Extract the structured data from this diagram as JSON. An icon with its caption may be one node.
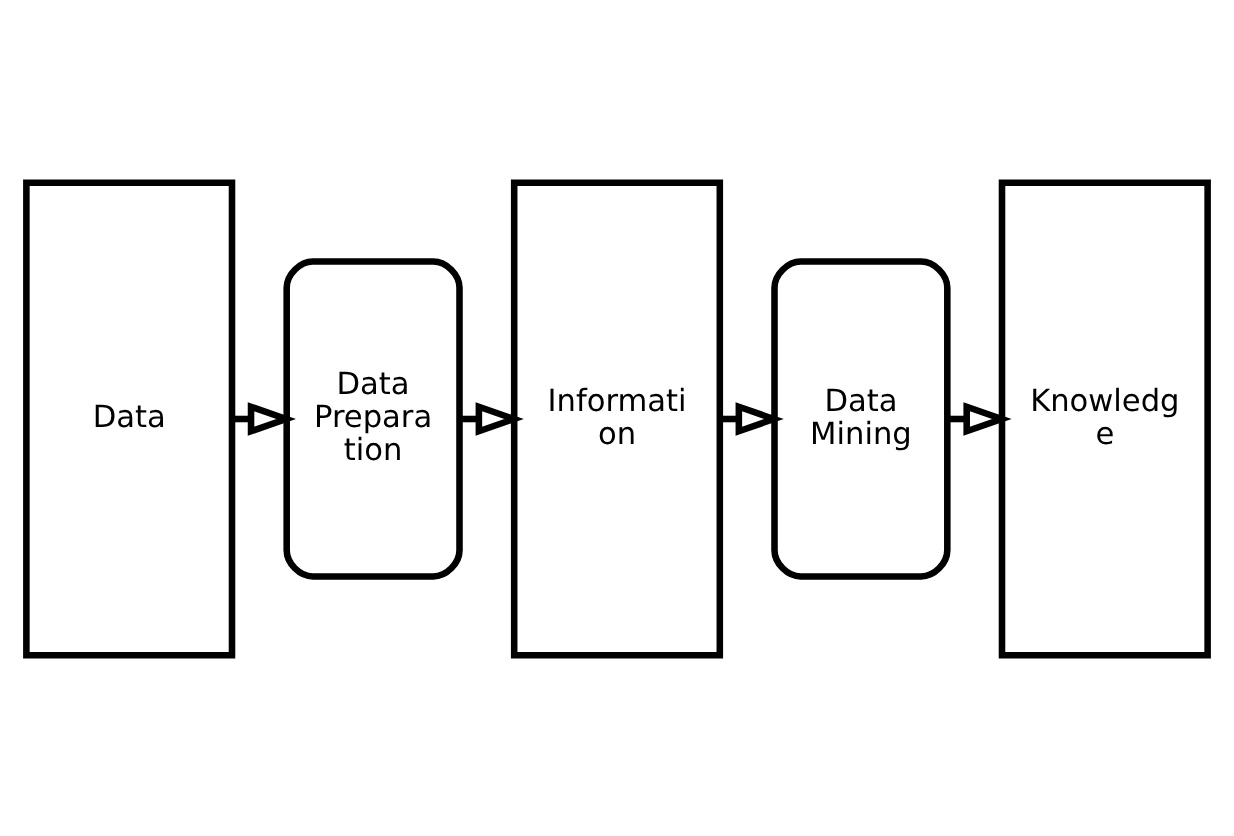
{
  "diagram": {
    "nodes": [
      {
        "text": [
          "Data"
        ]
      },
      {
        "text": [
          "Data Prepara tion"
        ]
      },
      {
        "text": [
          "Informati on"
        ]
      },
      {
        "text": [
          "Data Mining"
        ]
      },
      {
        "text": [
          "Knowledg e"
        ]
      }
    ],
    "edges": [
      {
        "from": 0,
        "to": 1,
        "arrow": "to"
      },
      {
        "from": 1,
        "to": 2,
        "arrow": "to"
      },
      {
        "from": 2,
        "to": 3,
        "arrow": "to"
      },
      {
        "from": 3,
        "to": 4,
        "arrow": "to"
      }
    ]
  }
}
